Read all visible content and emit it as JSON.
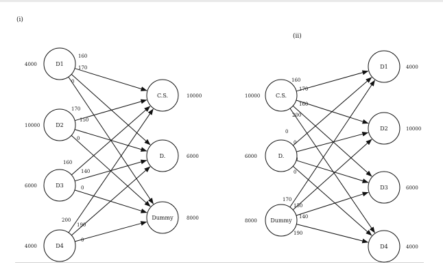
{
  "part_labels": {
    "left": "(i)",
    "right": "(ii)"
  },
  "diagram_i": {
    "sources": [
      {
        "id": "D1",
        "label": "D1",
        "supply": "4000"
      },
      {
        "id": "D2",
        "label": "D2",
        "supply": "10000"
      },
      {
        "id": "D3",
        "label": "D3",
        "supply": "6000"
      },
      {
        "id": "D4",
        "label": "D4",
        "supply": "4000"
      }
    ],
    "sinks": [
      {
        "id": "CS",
        "label": "C.S.",
        "demand": "10000"
      },
      {
        "id": "D",
        "label": "D.",
        "demand": "6000"
      },
      {
        "id": "Dummy",
        "label": "Dummy",
        "demand": "8000"
      }
    ],
    "edges": [
      {
        "from": "D1",
        "to": "CS",
        "cost": "160"
      },
      {
        "from": "D1",
        "to": "D",
        "cost": "170"
      },
      {
        "from": "D1",
        "to": "Dummy",
        "cost": "0"
      },
      {
        "from": "D2",
        "to": "CS",
        "cost": "170"
      },
      {
        "from": "D2",
        "to": "D",
        "cost": "150"
      },
      {
        "from": "D2",
        "to": "Dummy",
        "cost": "0"
      },
      {
        "from": "D3",
        "to": "CS",
        "cost": "160"
      },
      {
        "from": "D3",
        "to": "D",
        "cost": "140"
      },
      {
        "from": "D3",
        "to": "Dummy",
        "cost": "0"
      },
      {
        "from": "D4",
        "to": "CS",
        "cost": "200"
      },
      {
        "from": "D4",
        "to": "D",
        "cost": "190"
      },
      {
        "from": "D4",
        "to": "Dummy",
        "cost": "0"
      }
    ]
  },
  "diagram_ii": {
    "sources": [
      {
        "id": "CS",
        "label": "C.S.",
        "supply": "10000"
      },
      {
        "id": "D",
        "label": "D.",
        "supply": "6000"
      },
      {
        "id": "Dummy",
        "label": "Dummy",
        "supply": "8000"
      }
    ],
    "sinks": [
      {
        "id": "D1",
        "label": "D1",
        "demand": "4000"
      },
      {
        "id": "D2",
        "label": "D2",
        "demand": "10000"
      },
      {
        "id": "D3",
        "label": "D3",
        "demand": "6000"
      },
      {
        "id": "D4",
        "label": "D4",
        "demand": "4000"
      }
    ],
    "edges": [
      {
        "from": "CS",
        "to": "D1",
        "cost": "160"
      },
      {
        "from": "CS",
        "to": "D2",
        "cost": "170"
      },
      {
        "from": "CS",
        "to": "D3",
        "cost": "160"
      },
      {
        "from": "CS",
        "to": "D4",
        "cost": "200"
      },
      {
        "from": "D",
        "to": "D1",
        "cost": "0"
      },
      {
        "from": "D",
        "to": "D2",
        "cost": "0"
      },
      {
        "from": "D",
        "to": "D3",
        "cost": "0"
      },
      {
        "from": "D",
        "to": "D4",
        "cost": "0"
      },
      {
        "from": "Dummy",
        "to": "D1",
        "cost": "170"
      },
      {
        "from": "Dummy",
        "to": "D2",
        "cost": "150"
      },
      {
        "from": "Dummy",
        "to": "D3",
        "cost": "140"
      },
      {
        "from": "Dummy",
        "to": "D4",
        "cost": "190"
      }
    ]
  }
}
